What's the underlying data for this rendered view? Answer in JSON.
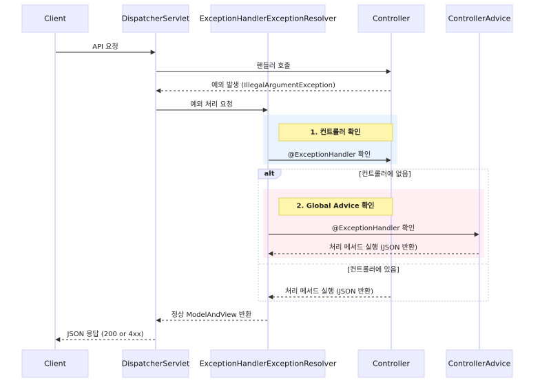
{
  "participants": [
    {
      "id": "client",
      "label": "Client"
    },
    {
      "id": "dispatcher",
      "label": "DispatcherServlet"
    },
    {
      "id": "resolver",
      "label": "ExceptionHandlerExceptionResolver"
    },
    {
      "id": "controller",
      "label": "Controller"
    },
    {
      "id": "advice",
      "label": "ControllerAdvice"
    }
  ],
  "messages": [
    {
      "label": "API 요청",
      "from": "client",
      "to": "dispatcher",
      "style": "solid"
    },
    {
      "label": "핸들러 호출",
      "from": "dispatcher",
      "to": "controller",
      "style": "solid"
    },
    {
      "label": "예외 발생 (IllegalArgumentException)",
      "from": "controller",
      "to": "dispatcher",
      "style": "dashed"
    },
    {
      "label": "예외 처리 요청",
      "from": "dispatcher",
      "to": "resolver",
      "style": "solid"
    },
    {
      "label": "@ExceptionHandler 확인",
      "from": "resolver",
      "to": "controller",
      "style": "solid"
    },
    {
      "label": "@ExceptionHandler 확인",
      "from": "resolver",
      "to": "advice",
      "style": "solid"
    },
    {
      "label": "처리 메서드 실행 (JSON 반환)",
      "from": "advice",
      "to": "resolver",
      "style": "dashed"
    },
    {
      "label": "처리 메서드 실행 (JSON 반환)",
      "from": "controller",
      "to": "resolver",
      "style": "dashed"
    },
    {
      "label": "정상 ModelAndView 반환",
      "from": "resolver",
      "to": "dispatcher",
      "style": "dashed"
    },
    {
      "label": "JSON 응답 (200 or 4xx)",
      "from": "dispatcher",
      "to": "client",
      "style": "dashed"
    }
  ],
  "notes": [
    {
      "label": "1. 컨트롤러 확인",
      "over": "resolver-controller"
    },
    {
      "label": "2. Global Advice 확인",
      "over": "resolver-advice"
    }
  ],
  "alt": {
    "tag": "alt",
    "condition_1": "[컨트롤러에 없음]",
    "condition_2": "[컨트롤러에 있음]"
  },
  "colors": {
    "actor_fill": "#ECECFF",
    "lifeline": "#cfcff3",
    "note_fill": "#fff5ad",
    "rect_blue": "#eaf4ff",
    "rect_pink": "#ffeef2"
  }
}
